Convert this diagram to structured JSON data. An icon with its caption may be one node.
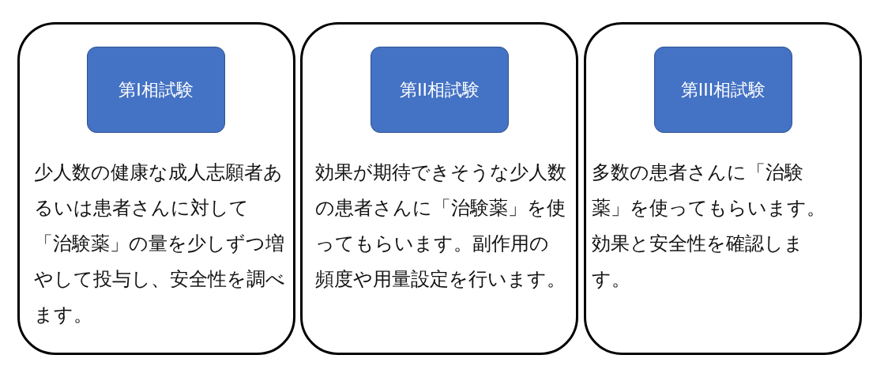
{
  "diagram": {
    "nodes": [
      {
        "text": [
          "少人数の健康な成人志願者あるいは患者さんに対して「治験薬」の量を少しずつ増やして投与し、安全性を調べます。"
        ]
      },
      {
        "text": [
          "第I相試験"
        ],
        "in": 0
      },
      {
        "text": [
          "効果が期待できそうな少人数の患者さんに「治験薬」を使ってもらいます。副作用の頻度や用量設定を行います。"
        ]
      },
      {
        "text": [
          "第II相試験"
        ],
        "in": 2
      },
      {
        "text": [
          "多数の患者さんに「治験薬」を使ってもらいます。効果と安全性を確認します。"
        ]
      },
      {
        "text": [
          "第III相試験"
        ],
        "in": 4
      }
    ]
  }
}
